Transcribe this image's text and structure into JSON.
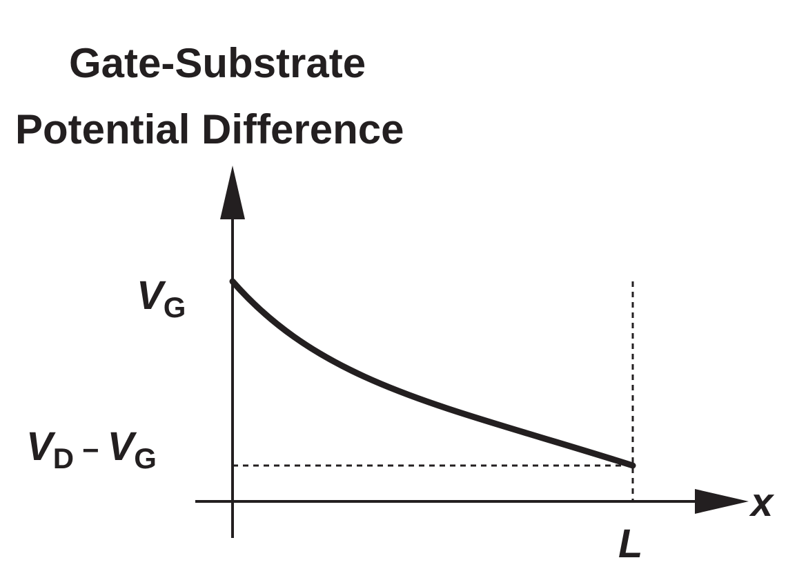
{
  "title_line1": "Gate-Substrate",
  "title_line2": "Potential Difference",
  "y_upper_label": {
    "main": "V",
    "sub": "G"
  },
  "y_lower_label": {
    "main1": "V",
    "sub1": "D",
    "minus": "−",
    "main2": "V",
    "sub2": "G"
  },
  "x_axis_label": "x",
  "x_end_label": "L"
}
